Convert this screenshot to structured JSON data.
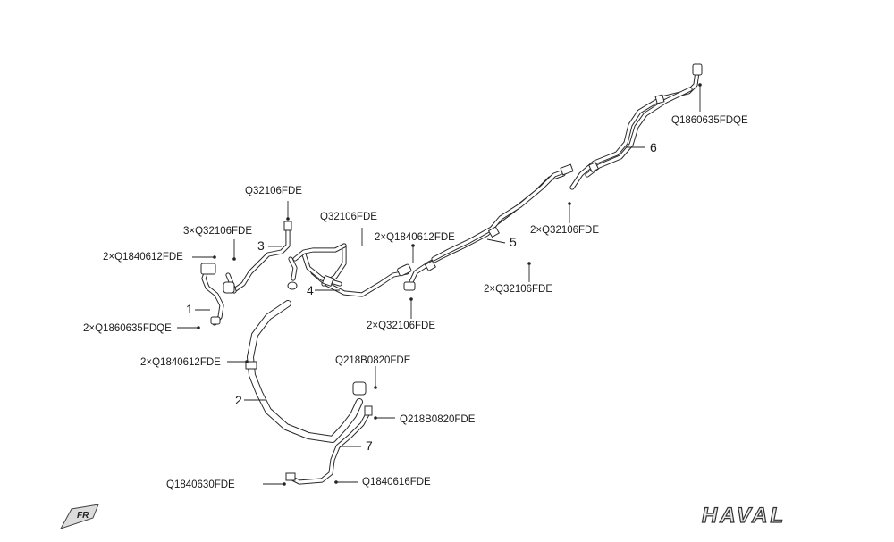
{
  "callouts": {
    "part_1": "1",
    "part_2": "2",
    "part_3": "3",
    "part_4": "4",
    "part_5": "5",
    "part_6": "6",
    "part_7": "7"
  },
  "fasteners": {
    "q1860635fdqe_top": "Q1860635FDQE",
    "q32106fde_a": "Q32106FDE",
    "q32106fde_b": "Q32106FDE",
    "three_q32106fde": "3×Q32106FDE",
    "two_q1840612fde_a": "2×Q1840612FDE",
    "two_q1840612fde_b": "2×Q1840612FDE",
    "two_q1840612fde_c": "2×Q1840612FDE",
    "two_q1860635fdqe": "2×Q1860635FDQE",
    "two_q32106fde_a": "2×Q32106FDE",
    "two_q32106fde_b": "2×Q32106FDE",
    "two_q32106fde_c": "2×Q32106FDE",
    "q218b0820fde_a": "Q218B0820FDE",
    "q218b0820fde_b": "Q218B0820FDE",
    "q1840630fde": "Q1840630FDE",
    "q1840616fde": "Q1840616FDE"
  },
  "badges": {
    "front_arrow": "FR"
  },
  "logo_text": "HAVAL",
  "colors": {
    "line": "#2a2a2a",
    "text": "#1a1a1a"
  }
}
